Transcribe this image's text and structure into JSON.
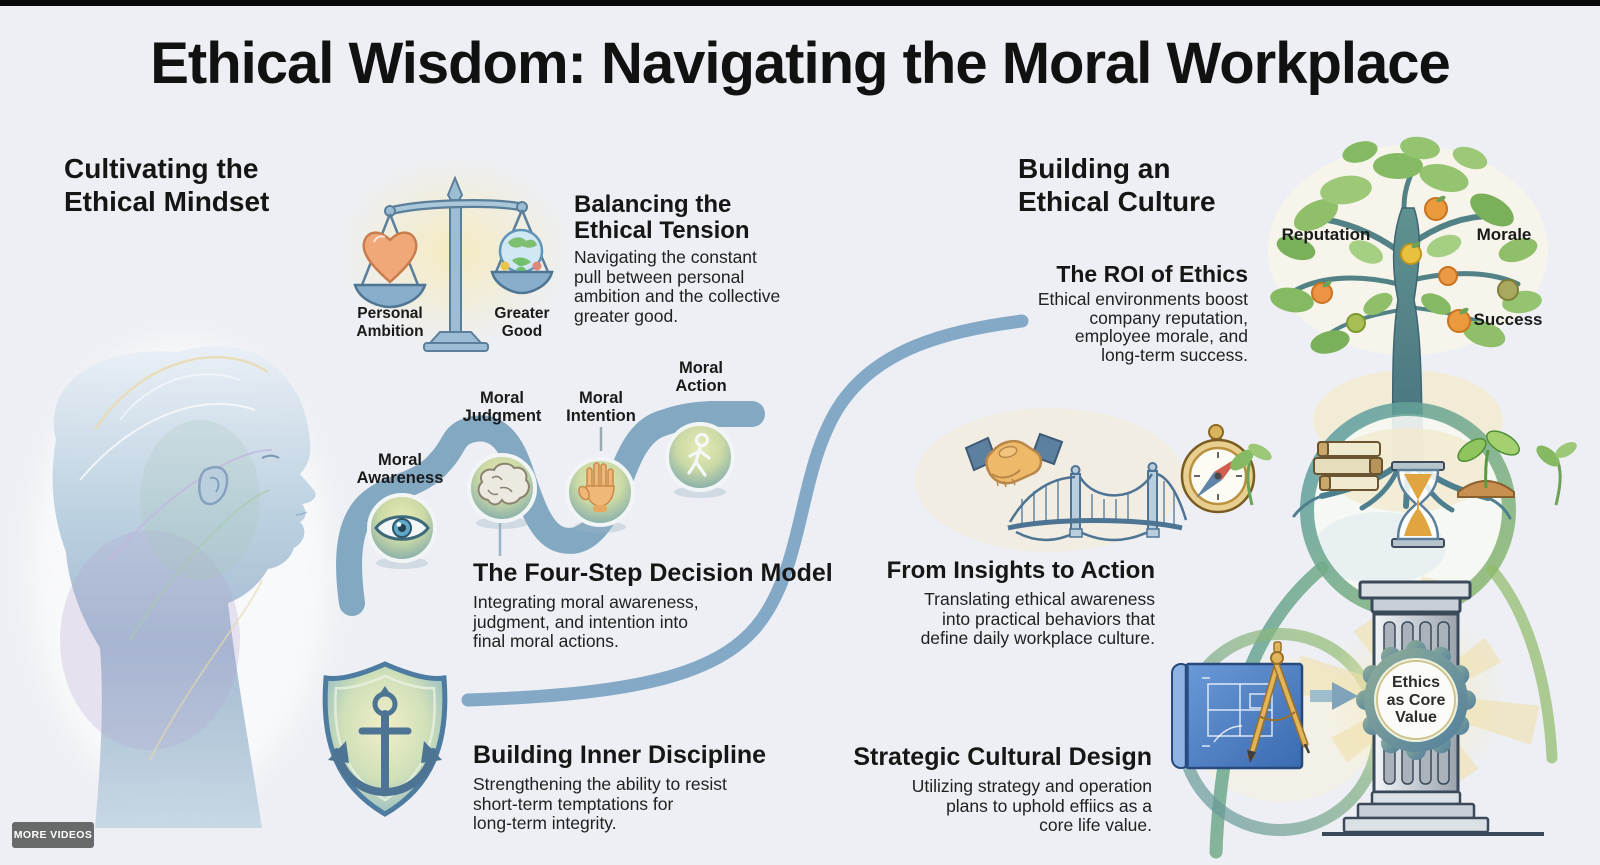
{
  "title": "Ethical Wisdom: Navigating the Moral Workplace",
  "left_panel": {
    "heading": "Cultivating the\nEthical Mindset",
    "balance_scale": {
      "left_label": "Personal\nAmbition",
      "right_label": "Greater\nGood"
    },
    "balancing_tension": {
      "heading": "Balancing the\nEthical Tension",
      "body": "Navigating the constant\npull between personal\nambition and the collective\ngreater good."
    },
    "four_step_model": {
      "steps": [
        {
          "label": "Moral\nAwareness",
          "icon": "eye-icon"
        },
        {
          "label": "Moral\nJudgment",
          "icon": "brain-icon"
        },
        {
          "label": "Moral\nIntention",
          "icon": "raised-hand-icon"
        },
        {
          "label": "Moral\nAction",
          "icon": "walking-person-icon"
        }
      ],
      "heading": "The Four-Step Decision Model",
      "body": "Integrating moral awareness,\njudgment, and intention into\nfinal moral actions."
    },
    "inner_discipline": {
      "heading": "Building Inner Discipline",
      "body": "Strengthening the ability to resist\nshort-term temptations for\nlong-term integrity."
    }
  },
  "right_panel": {
    "heading": "Building an\nEthical Culture",
    "roi_of_ethics": {
      "heading": "The ROI of Ethics",
      "body": "Ethical environments boost\ncompany reputation,\nemployee morale, and\nlong-term success."
    },
    "insights_to_action": {
      "heading": "From Insights to Action",
      "body": "Translating ethical awareness\ninto practical behaviors that\ndefine daily workplace culture."
    },
    "strategic_design": {
      "heading": "Strategic Cultural Design",
      "body": "Utilizing strategy and operation\nplans to uphold effiics as a\ncore life value."
    },
    "tree": {
      "left_fruit_label": "Reputation",
      "right_fruit_label": "Morale",
      "bottom_fruit_label": "Success"
    },
    "pillar_badge": "Ethics\nas Core\nValue"
  },
  "player": {
    "more_videos_label": "MORE VIDEOS"
  },
  "colors": {
    "background": "#edeff4",
    "curve_blue": "#84a9c6",
    "curve_green": "#8fba68",
    "glow_yellow": "#f3e3ae",
    "text_dark": "#1b1b1b"
  }
}
